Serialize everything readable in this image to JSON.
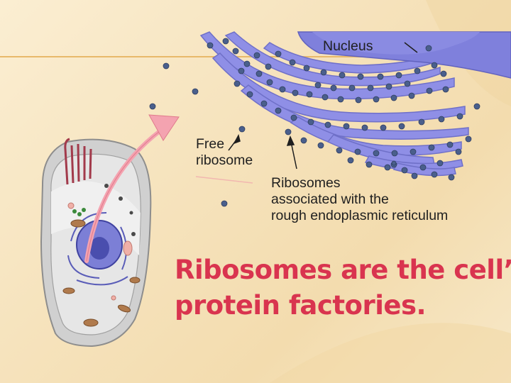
{
  "slide": {
    "colors": {
      "background": "#f6e3bd",
      "rule": "#e8b96a",
      "membrane": "#8f8fe6",
      "ribosome": "#4a5f8c",
      "arrow": "#f4a3b0",
      "caption": "#d9344f"
    }
  },
  "labels": {
    "nucleus": "Nucleus",
    "free_ribosome": "Free\nribosome",
    "er_ribosomes": "Ribosomes\nassociated with the\nrough endoplasmic reticulum"
  },
  "caption": {
    "line1": "Ribosomes are the cell’s",
    "line2": "protein factories."
  }
}
